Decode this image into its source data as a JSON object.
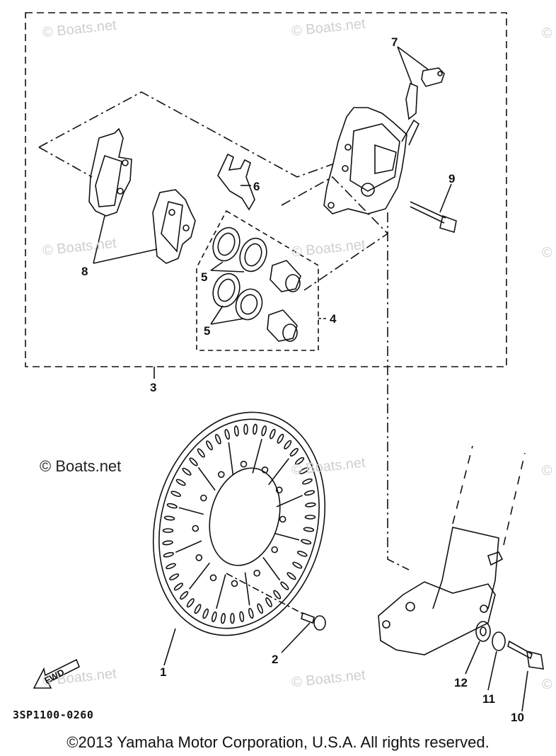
{
  "watermarks": [
    "© Boats.net",
    "© Boats.net",
    "©",
    "© Boats.net",
    "© Boats.net",
    "©",
    "© Boats.net",
    "©",
    "© Boats.net",
    "© Boats.net",
    "©"
  ],
  "main_watermark": "© Boats.net",
  "callouts": {
    "c1": "1",
    "c2": "2",
    "c3": "3",
    "c4": "4",
    "c5a": "5",
    "c5b": "5",
    "c6": "6",
    "c7": "7",
    "c8": "8",
    "c9": "9",
    "c10": "10",
    "c11": "11",
    "c12": "12"
  },
  "fwd_label": "FWD",
  "diagram_code": "3SP1100-0260",
  "copyright": "©2013 Yamaha Motor Corporation, U.S.A. All rights reserved."
}
